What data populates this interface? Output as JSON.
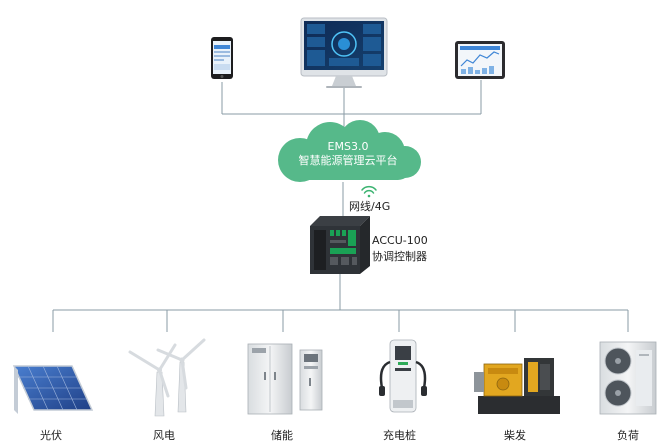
{
  "cloud": {
    "line1": "EMS3.0",
    "line2": "智慧能源管理云平台"
  },
  "network": {
    "label": "网线/4G"
  },
  "controller": {
    "model": "ACCU-100",
    "name": "协调控制器"
  },
  "devices": [
    {
      "label": "光伏",
      "icon": "solar-panel"
    },
    {
      "label": "风电",
      "icon": "wind-turbine"
    },
    {
      "label": "储能",
      "icon": "storage-cabinet"
    },
    {
      "label": "充电桩",
      "icon": "ev-charger"
    },
    {
      "label": "柴发",
      "icon": "diesel-generator"
    },
    {
      "label": "负荷",
      "icon": "ac-load-unit"
    }
  ],
  "colors": {
    "cloud": "#56b98a",
    "lines": "#8a9ba5"
  }
}
